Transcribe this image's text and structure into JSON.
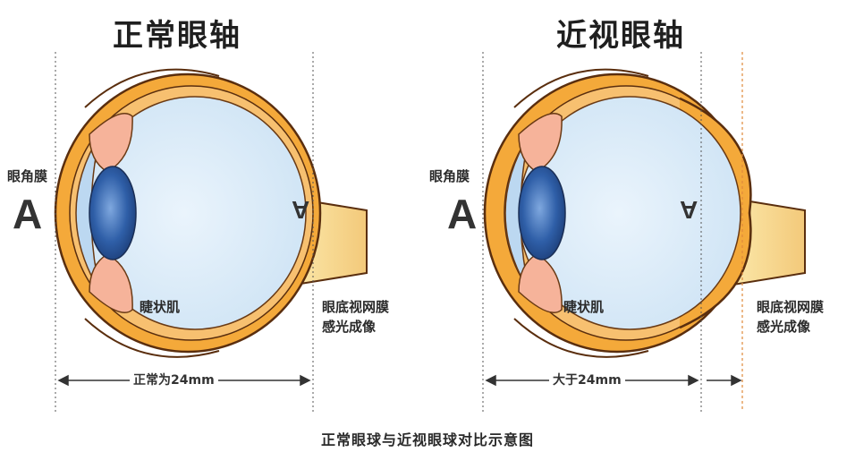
{
  "titles": {
    "normal": "正常眼轴",
    "myopia": "近视眼轴"
  },
  "labels": {
    "cornea": "眼角膜",
    "ciliary": "睫状肌",
    "retina_line1": "眼底视网膜",
    "retina_line2": "感光成像",
    "letter": "A"
  },
  "measurements": {
    "normal": "正常为24mm",
    "myopia": "大于24mm"
  },
  "caption": "正常眼球与近视眼球对比示意图",
  "colors": {
    "sclera": "#f4a93a",
    "sclera_outline": "#5a2e0e",
    "vitreous": "#dcecf8",
    "lens": "#2f5fa8",
    "ciliary_muscle": "#f6b39a",
    "optic_nerve": "#f8e2a0",
    "measure_line": "#333333",
    "focus_line": "#e08a3a"
  }
}
